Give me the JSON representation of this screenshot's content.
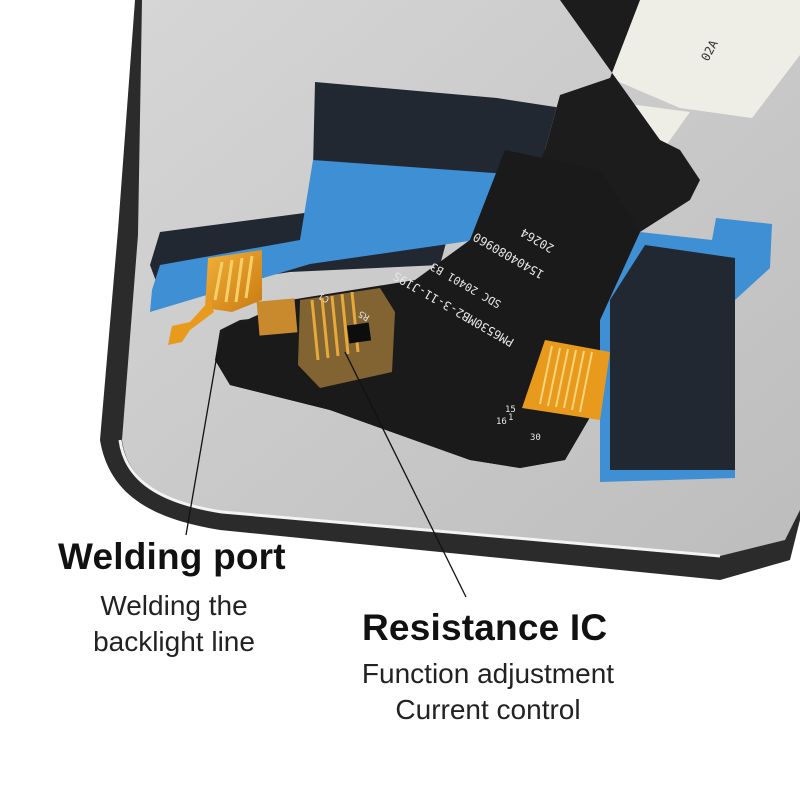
{
  "callouts": [
    {
      "title": "Welding port",
      "desc_lines": [
        "Welding the",
        "backlight line"
      ]
    },
    {
      "title": "Resistance IC",
      "desc_lines": [
        "Function adjustment",
        "Current control"
      ]
    }
  ],
  "board_markings": {
    "part_number": "PM6530MB2-3-11-J19S",
    "sdc": "SDC 20401 B3",
    "code_a": "15404080960",
    "code_b": "20264",
    "label_code": "02A",
    "pin_1": "1",
    "pin_15": "15",
    "pin_16": "16",
    "pin_30": "30",
    "r5": "R5",
    "c1": "C1"
  },
  "colors": {
    "background": "#ffffff",
    "frame": "#2b2b2b",
    "screen_back": "#cbcbcb",
    "pad_black": "#222831",
    "tape_blue": "#3f8fd4",
    "flex_black": "#1c1c1c",
    "copper": "#e89a1c"
  }
}
